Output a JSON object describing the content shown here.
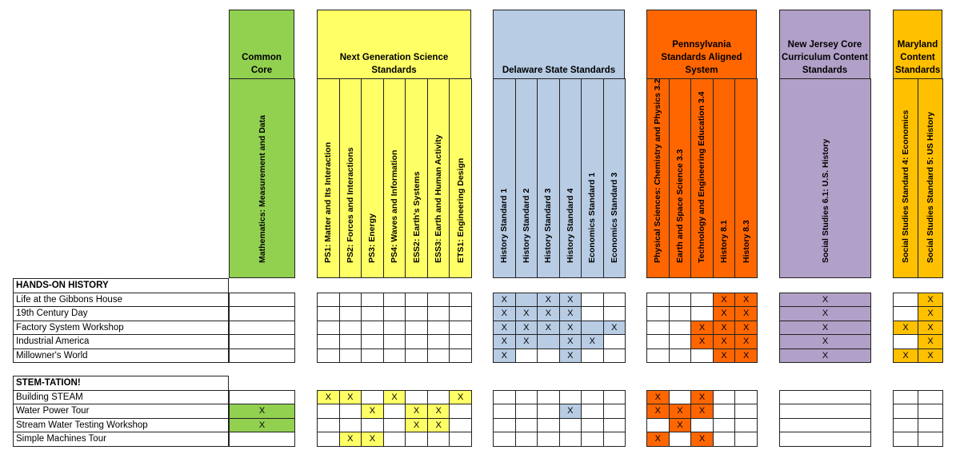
{
  "groups": [
    {
      "id": "cc",
      "title": "Common Core",
      "color": "#92d050",
      "columns": [
        "Mathematics: Measurement and Data"
      ]
    },
    {
      "id": "ngss",
      "title": "Next Generation Science Standards",
      "color": "#ffff66",
      "columns": [
        "PS1: Matter and Its Interaction",
        "PS2: Forces and Interactions",
        "PS3: Energy",
        "PS4: Waves and Information",
        "ESS2: Earth's Systems",
        "ESS3: Earth and Human Activity",
        "ETS1: Engineering Design"
      ]
    },
    {
      "id": "de",
      "title": "Delaware State Standards",
      "color": "#b8cce4",
      "columns": [
        "History Standard 1",
        "History Standard 2",
        "History Standard 3",
        "History Standard 4",
        "Economics Standard 1",
        "Economics Standard 3"
      ]
    },
    {
      "id": "pa",
      "title": "Pennsylvania Standards Aligned System",
      "color": "#ff6600",
      "columns": [
        "Physical Sciences: Chemistry and Physics 3.2",
        "Earth and Space Science 3.3",
        "Technology and Engineering Education 3.4",
        "History 8.1",
        "History 8.3"
      ]
    },
    {
      "id": "nj",
      "title": "New Jersey Core Curriculum Content Standards",
      "color": "#b1a0c7",
      "columns": [
        "Social Studies 6.1: U.S. History"
      ]
    },
    {
      "id": "md",
      "title": "Maryland Content Standards",
      "color": "#ffc000",
      "columns": [
        "Social Studies Standard 4: Economics",
        "Social Studies Standard 5: US History"
      ]
    }
  ],
  "mark": "X",
  "sections": [
    {
      "title": "HANDS-ON HISTORY",
      "rows": [
        {
          "label": "Life at the Gibbons House",
          "marks": {
            "cc": [
              0
            ],
            "ngss": [
              0,
              0,
              0,
              0,
              0,
              0,
              0
            ],
            "de": [
              1,
              0,
              1,
              1,
              0,
              0
            ],
            "pa": [
              0,
              0,
              0,
              1,
              1
            ],
            "nj": [
              1
            ],
            "md": [
              0,
              1
            ]
          },
          "fill": {
            "cc": [
              0
            ],
            "ngss": [
              0,
              0,
              0,
              0,
              0,
              0,
              0
            ],
            "de": [
              1,
              1,
              1,
              1,
              0,
              0
            ],
            "pa": [
              0,
              0,
              0,
              1,
              1
            ],
            "nj": [
              1
            ],
            "md": [
              0,
              1
            ]
          }
        },
        {
          "label": "19th Century Day",
          "marks": {
            "cc": [
              0
            ],
            "ngss": [
              0,
              0,
              0,
              0,
              0,
              0,
              0
            ],
            "de": [
              1,
              1,
              1,
              1,
              0,
              0
            ],
            "pa": [
              0,
              0,
              0,
              1,
              1
            ],
            "nj": [
              1
            ],
            "md": [
              0,
              1
            ]
          },
          "fill": {
            "cc": [
              0
            ],
            "ngss": [
              0,
              0,
              0,
              0,
              0,
              0,
              0
            ],
            "de": [
              1,
              1,
              1,
              1,
              0,
              0
            ],
            "pa": [
              0,
              0,
              0,
              1,
              1
            ],
            "nj": [
              1
            ],
            "md": [
              0,
              1
            ]
          }
        },
        {
          "label": "Factory System Workshop",
          "marks": {
            "cc": [
              0
            ],
            "ngss": [
              0,
              0,
              0,
              0,
              0,
              0,
              0
            ],
            "de": [
              1,
              1,
              1,
              1,
              0,
              1
            ],
            "pa": [
              0,
              0,
              1,
              1,
              1
            ],
            "nj": [
              1
            ],
            "md": [
              1,
              1
            ]
          },
          "fill": {
            "cc": [
              0
            ],
            "ngss": [
              0,
              0,
              0,
              0,
              0,
              0,
              0
            ],
            "de": [
              1,
              1,
              1,
              1,
              1,
              1
            ],
            "pa": [
              0,
              0,
              1,
              1,
              1
            ],
            "nj": [
              1
            ],
            "md": [
              1,
              1
            ]
          }
        },
        {
          "label": "Industrial America",
          "marks": {
            "cc": [
              0
            ],
            "ngss": [
              0,
              0,
              0,
              0,
              0,
              0,
              0
            ],
            "de": [
              1,
              1,
              0,
              1,
              1,
              0
            ],
            "pa": [
              0,
              0,
              1,
              1,
              1
            ],
            "nj": [
              1
            ],
            "md": [
              0,
              1
            ]
          },
          "fill": {
            "cc": [
              0
            ],
            "ngss": [
              0,
              0,
              0,
              0,
              0,
              0,
              0
            ],
            "de": [
              1,
              1,
              1,
              1,
              1,
              0
            ],
            "pa": [
              0,
              0,
              1,
              1,
              1
            ],
            "nj": [
              1
            ],
            "md": [
              0,
              1
            ]
          }
        },
        {
          "label": "Millowner's World",
          "marks": {
            "cc": [
              0
            ],
            "ngss": [
              0,
              0,
              0,
              0,
              0,
              0,
              0
            ],
            "de": [
              1,
              0,
              0,
              1,
              0,
              0
            ],
            "pa": [
              0,
              0,
              0,
              1,
              1
            ],
            "nj": [
              1
            ],
            "md": [
              1,
              1
            ]
          },
          "fill": {
            "cc": [
              0
            ],
            "ngss": [
              0,
              0,
              0,
              0,
              0,
              0,
              0
            ],
            "de": [
              1,
              0,
              0,
              1,
              0,
              0
            ],
            "pa": [
              0,
              0,
              0,
              1,
              1
            ],
            "nj": [
              1
            ],
            "md": [
              1,
              1
            ]
          }
        }
      ]
    },
    {
      "title": "STEM-TATION!",
      "rows": [
        {
          "label": "Building STEAM",
          "marks": {
            "cc": [
              0
            ],
            "ngss": [
              1,
              1,
              0,
              1,
              0,
              0,
              1
            ],
            "de": [
              0,
              0,
              0,
              0,
              0,
              0
            ],
            "pa": [
              1,
              0,
              1,
              0,
              0
            ],
            "nj": [
              0
            ],
            "md": [
              0,
              0
            ]
          },
          "fill": {
            "cc": [
              0
            ],
            "ngss": [
              1,
              1,
              0,
              1,
              0,
              0,
              1
            ],
            "de": [
              0,
              0,
              0,
              0,
              0,
              0
            ],
            "pa": [
              1,
              0,
              1,
              0,
              0
            ],
            "nj": [
              0
            ],
            "md": [
              0,
              0
            ]
          }
        },
        {
          "label": "Water Power Tour",
          "marks": {
            "cc": [
              1
            ],
            "ngss": [
              0,
              0,
              1,
              0,
              1,
              1,
              0
            ],
            "de": [
              0,
              0,
              0,
              1,
              0,
              0
            ],
            "pa": [
              1,
              1,
              1,
              0,
              0
            ],
            "nj": [
              0
            ],
            "md": [
              0,
              0
            ]
          },
          "fill": {
            "cc": [
              1
            ],
            "ngss": [
              0,
              0,
              1,
              0,
              1,
              1,
              0
            ],
            "de": [
              0,
              0,
              0,
              1,
              0,
              0
            ],
            "pa": [
              1,
              1,
              1,
              0,
              0
            ],
            "nj": [
              0
            ],
            "md": [
              0,
              0
            ]
          }
        },
        {
          "label": "Stream Water Testing Workshop",
          "marks": {
            "cc": [
              1
            ],
            "ngss": [
              0,
              0,
              0,
              0,
              1,
              1,
              0
            ],
            "de": [
              0,
              0,
              0,
              0,
              0,
              0
            ],
            "pa": [
              0,
              1,
              0,
              0,
              0
            ],
            "nj": [
              0
            ],
            "md": [
              0,
              0
            ]
          },
          "fill": {
            "cc": [
              1
            ],
            "ngss": [
              0,
              0,
              0,
              0,
              1,
              1,
              0
            ],
            "de": [
              0,
              0,
              0,
              0,
              0,
              0
            ],
            "pa": [
              0,
              1,
              0,
              0,
              0
            ],
            "nj": [
              0
            ],
            "md": [
              0,
              0
            ]
          }
        },
        {
          "label": "Simple Machines Tour",
          "marks": {
            "cc": [
              0
            ],
            "ngss": [
              0,
              1,
              1,
              0,
              0,
              0,
              0
            ],
            "de": [
              0,
              0,
              0,
              0,
              0,
              0
            ],
            "pa": [
              1,
              0,
              1,
              0,
              0
            ],
            "nj": [
              0
            ],
            "md": [
              0,
              0
            ]
          },
          "fill": {
            "cc": [
              0
            ],
            "ngss": [
              0,
              1,
              1,
              0,
              0,
              0,
              0
            ],
            "de": [
              0,
              0,
              0,
              0,
              0,
              0
            ],
            "pa": [
              1,
              0,
              1,
              0,
              0
            ],
            "nj": [
              0
            ],
            "md": [
              0,
              0
            ]
          }
        }
      ]
    }
  ]
}
